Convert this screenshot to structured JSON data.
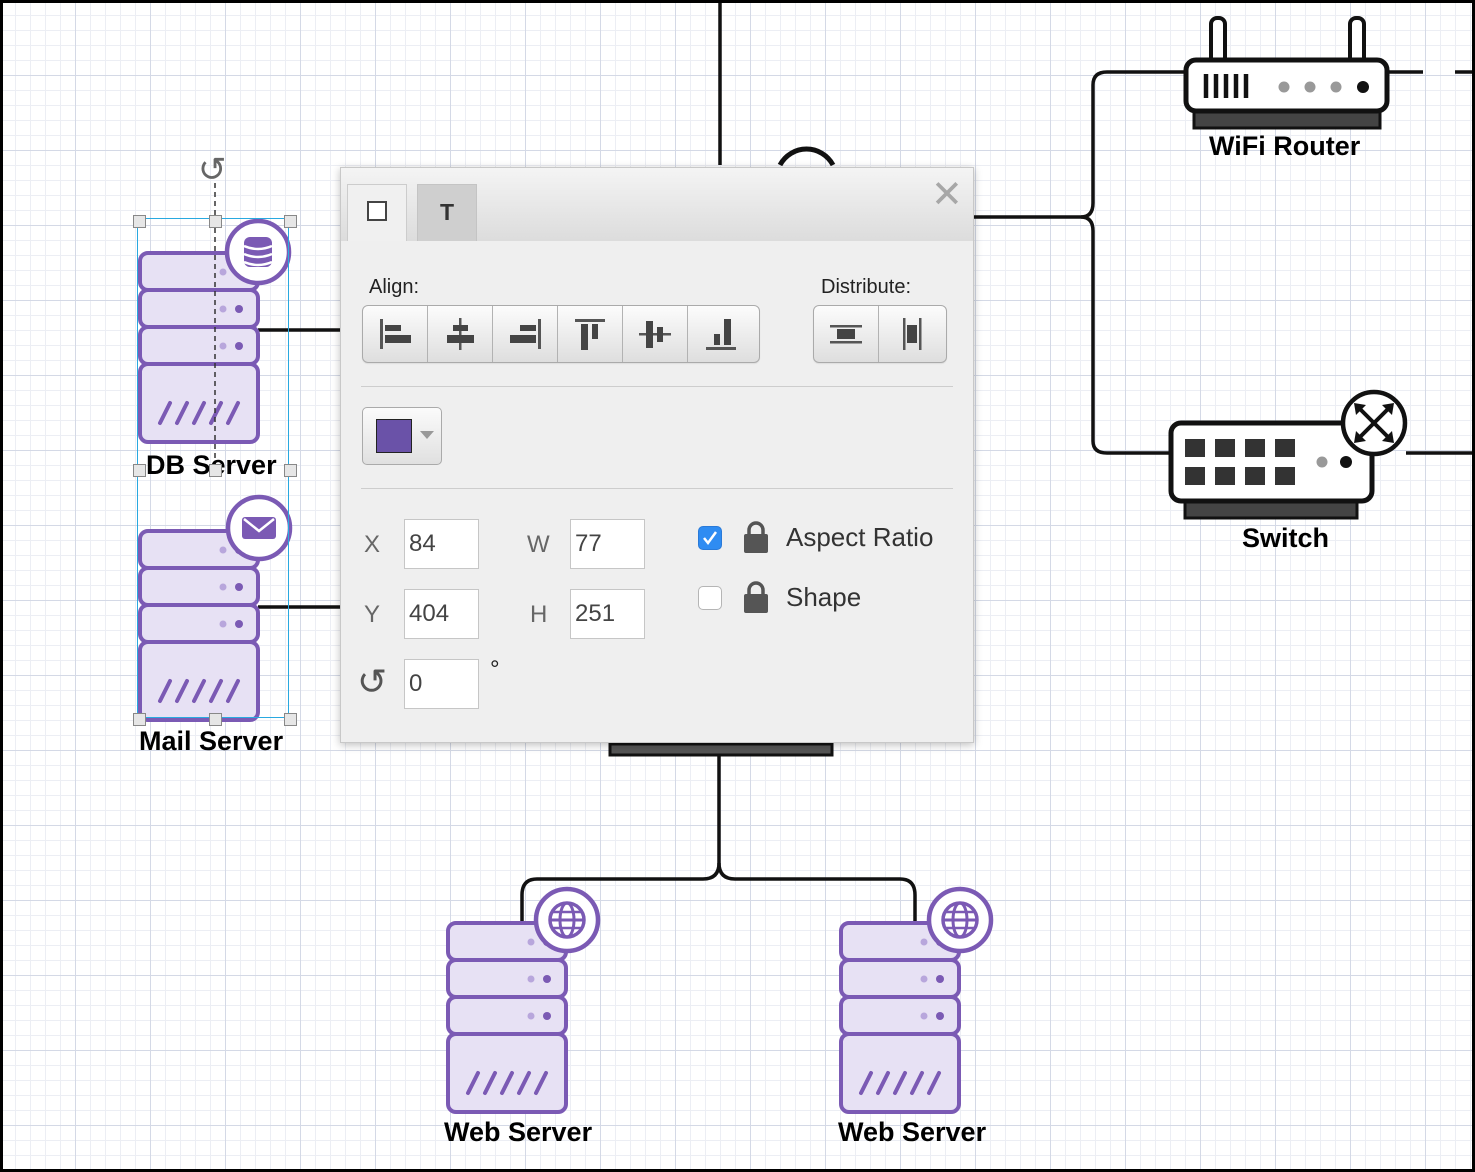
{
  "nodes": {
    "wifi_router": "WiFi Router",
    "switch": "Switch",
    "db_server": "DB Server",
    "mail_server": "Mail Server",
    "web_server_1": "Web Server",
    "web_server_2": "Web Server"
  },
  "icons": {
    "db_badge": "database-icon",
    "mail_badge": "envelope-icon",
    "web_badge": "globe-icon",
    "switch_badge": "crossed-arrows-icon",
    "rotate": "rotate-icon",
    "close": "close-icon",
    "lock": "lock-icon"
  },
  "colors": {
    "server_stroke": "#7b5ab4",
    "server_fill": "#e7e1f4",
    "selection": "#29a9e0",
    "fill_swatch": "#6a52a8",
    "checkbox_on": "#2f8cf2"
  },
  "panel": {
    "tabs": {
      "shape": "",
      "text": "T"
    },
    "align_label": "Align:",
    "distribute_label": "Distribute:",
    "align_buttons": [
      "align-left",
      "align-center",
      "align-right",
      "align-top",
      "align-middle",
      "align-bottom"
    ],
    "distribute_buttons": [
      "distribute-horizontal",
      "distribute-vertical"
    ],
    "fields": {
      "x_label": "X",
      "x": "84",
      "y_label": "Y",
      "y": "404",
      "w_label": "W",
      "w": "77",
      "h_label": "H",
      "h": "251",
      "rotation": "0",
      "degree_symbol": "°"
    },
    "aspect_ratio": {
      "label": "Aspect Ratio",
      "checked": true
    },
    "shape_lock": {
      "label": "Shape",
      "checked": false
    }
  }
}
